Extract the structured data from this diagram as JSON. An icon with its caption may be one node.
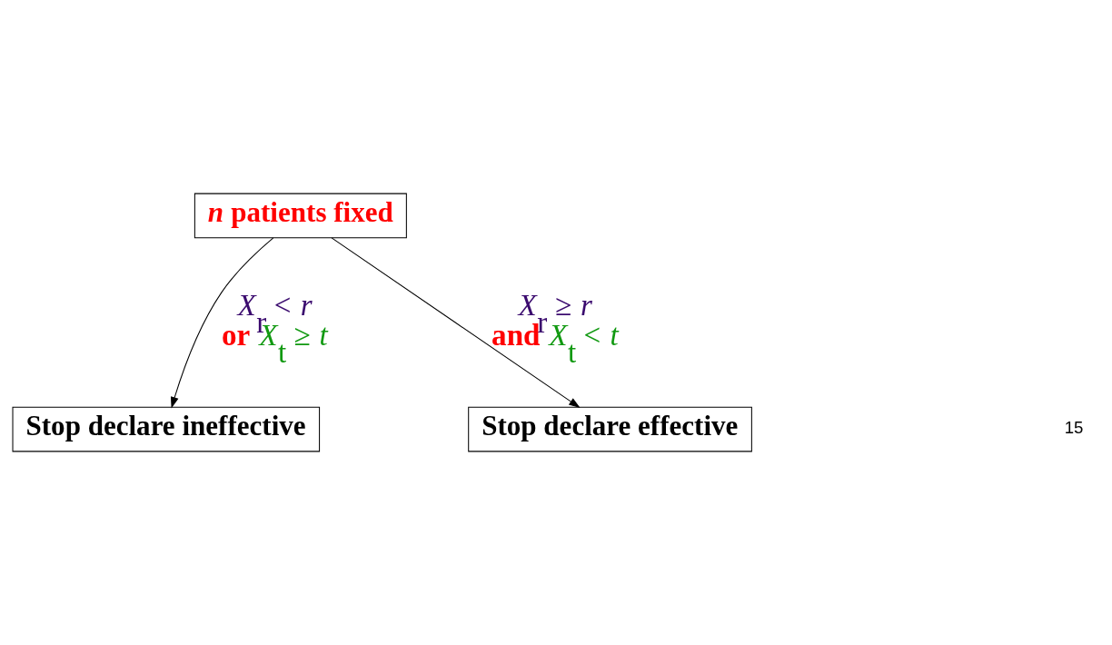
{
  "diagram": {
    "nodes": [
      {
        "text": [
          "*n* patients fixed"
        ]
      },
      {
        "text": [
          "Stop declare ineffective"
        ]
      },
      {
        "text": [
          "Stop declare effective"
        ]
      }
    ],
    "edges": [
      {
        "from": 0,
        "to": 1,
        "arrow": "to",
        "label": "*X*$_{r}$ < *r* or *X*$_{t}$ ≥ *t*"
      },
      {
        "from": 0,
        "to": 2,
        "arrow": "to",
        "label": "*X*$_{r}$ ≥ *r* and *X*$_{t}$ < *t*"
      }
    ],
    "labels": [
      "15"
    ]
  }
}
